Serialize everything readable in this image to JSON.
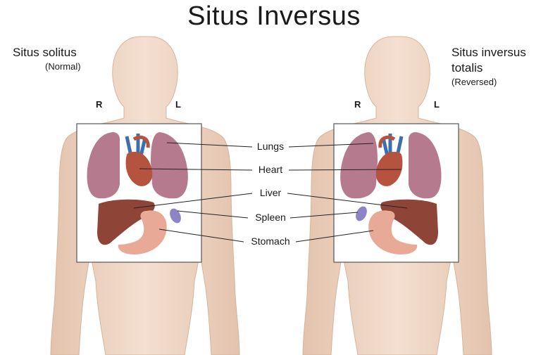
{
  "title": "Situs Inversus",
  "left_figure": {
    "title": "Situs solitus",
    "subtitle": "(Normal)",
    "right_marker": "R",
    "left_marker": "L"
  },
  "right_figure": {
    "title": "Situs inversus totalis",
    "subtitle": "(Reversed)",
    "right_marker": "R",
    "left_marker": "L"
  },
  "organ_labels": [
    "Lungs",
    "Heart",
    "Liver",
    "Spleen",
    "Stomach"
  ],
  "colors": {
    "skin": "#eed6c4",
    "skin_shadow": "#dcbca6",
    "lung": "#b57a8d",
    "heart": "#b5533f",
    "liver": "#8f4438",
    "spleen": "#8d84c6",
    "stomach": "#e8aa96",
    "vessel_blue": "#3d6fae"
  }
}
